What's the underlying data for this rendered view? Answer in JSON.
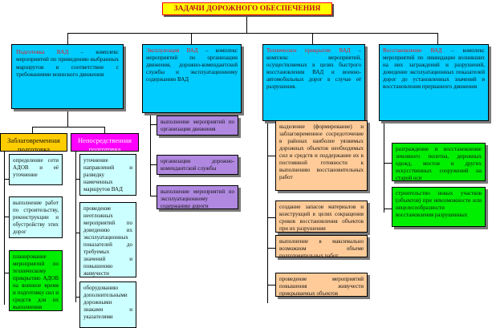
{
  "title": "ЗАДАЧИ ДОРОЖНОГО ОБЕСПЕЧЕНИЯ",
  "categories": [
    {
      "head": "Подготовка ВАД",
      "text": " – комплекс мероприятий по приведению выбранных маршрутов в соответствие с требованиями воинского движения"
    },
    {
      "head": "Эксплуатация ВАД",
      "text": " – комплекс мероприятий по организации движения, дорожно-комендантской службы и эксплуатационному содержанию ВАД"
    },
    {
      "head": "Техническое прикрытие ВАД",
      "text": " – комплекс мероприятий, осуществляемых в целях быстрого восстановления ВАД и военно-автомобильных дорог в случае её разрушения."
    },
    {
      "head": "Восстановление ВАД",
      "text": " – комплекс мероприятий по ликвидации возникших на них заграждений и разрушений, доведение эксплуатационных показателей дорог до установленных значений и восстановления прерванного движения"
    }
  ],
  "prep": {
    "advance_label": "Заблаговременная подготовка",
    "immediate_label": "Непосредственная подготовка",
    "advance_items": [
      "определение сети АДОВ и её уточнение",
      "выполнение работ по строительству, реконструкции и обустройству этих дорог",
      "планирование мероприятий по техническому прикрытию АДОВ на военное время и подготовку сил и средств для их выполнения"
    ],
    "immediate_items": [
      "уточнение направлений и разведку намеченных маршрутов ВАД",
      "проведение неотложных мероприятий по доведению их эксплуатационных показателей до требуемых значений и повышению живучести",
      "оборудованию дополнительными дорожными знаками и указателями"
    ]
  },
  "exploit_items": [
    "выполнение мероприятий по организации движения",
    "организация дорожно-комендантской службы",
    "выполнение мероприятий по эксплуатационному содержанию дороги"
  ],
  "cover_items": [
    "выделение (формирование) и заблаговременное сосредоточение в районах наиболее уязвимых дорожных объектов необходимых сил и средств и поддержание их в постоянной готовности к выполнению восстановительных работ",
    "создание запасов материалов и конструкций в целях сокращения сроков восстановления объектов при их разрушении",
    "выполнение в максимально возможном объеме подготовительных работ",
    "проведение мероприятий повышения живучести прикрываемых объектов"
  ],
  "restore_items": [
    "разграждение и восстановление земляного полотна, дорожных одежд, мостов и других искусственных сооружений на старой оси",
    "строительство новых участков (объектов) при невозможности или нецелесообразности восстановления разрушенных"
  ]
}
